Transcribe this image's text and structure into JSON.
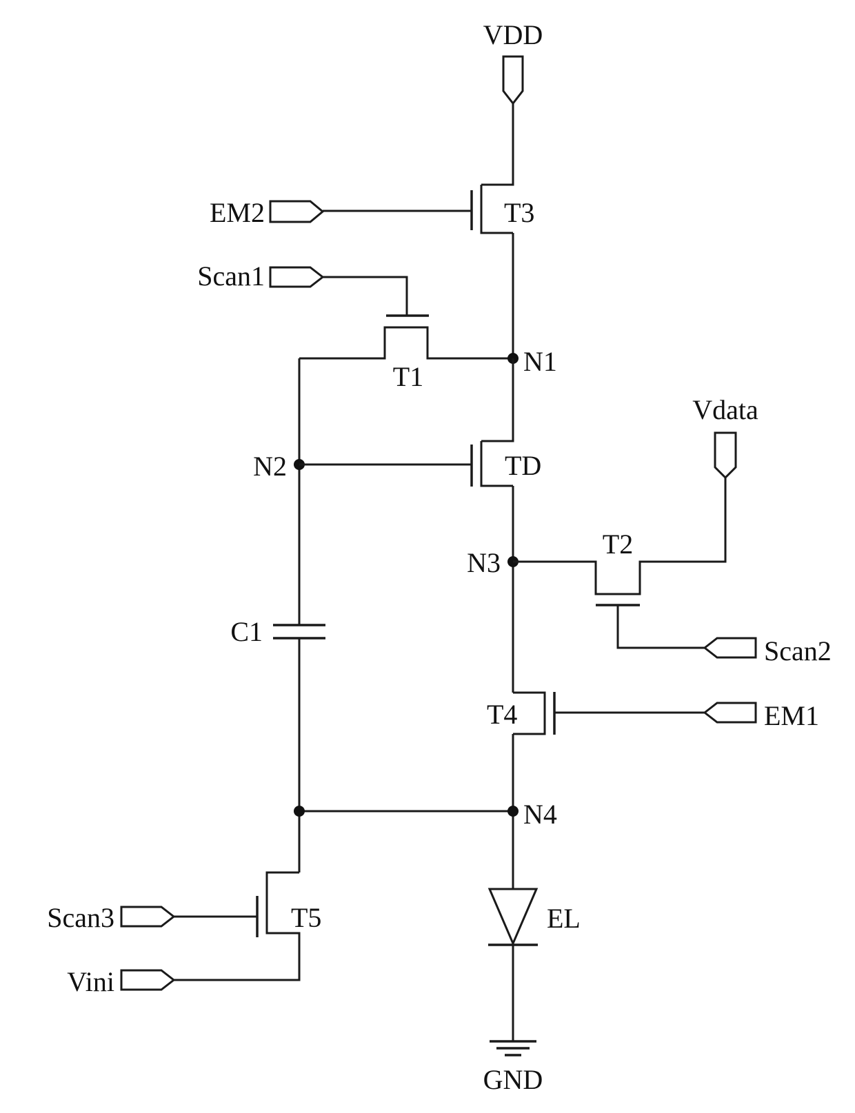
{
  "diagram": {
    "ports": {
      "vdd": "VDD",
      "em2": "EM2",
      "scan1": "Scan1",
      "vdata": "Vdata",
      "scan2": "Scan2",
      "em1": "EM1",
      "scan3": "Scan3",
      "vini": "Vini",
      "gnd": "GND"
    },
    "transistors": {
      "t1": "T1",
      "t2": "T2",
      "t3": "T3",
      "t4": "T4",
      "t5": "T5",
      "td": "TD"
    },
    "nodes": {
      "n1": "N1",
      "n2": "N2",
      "n3": "N3",
      "n4": "N4"
    },
    "capacitor": "C1",
    "diode": "EL"
  }
}
